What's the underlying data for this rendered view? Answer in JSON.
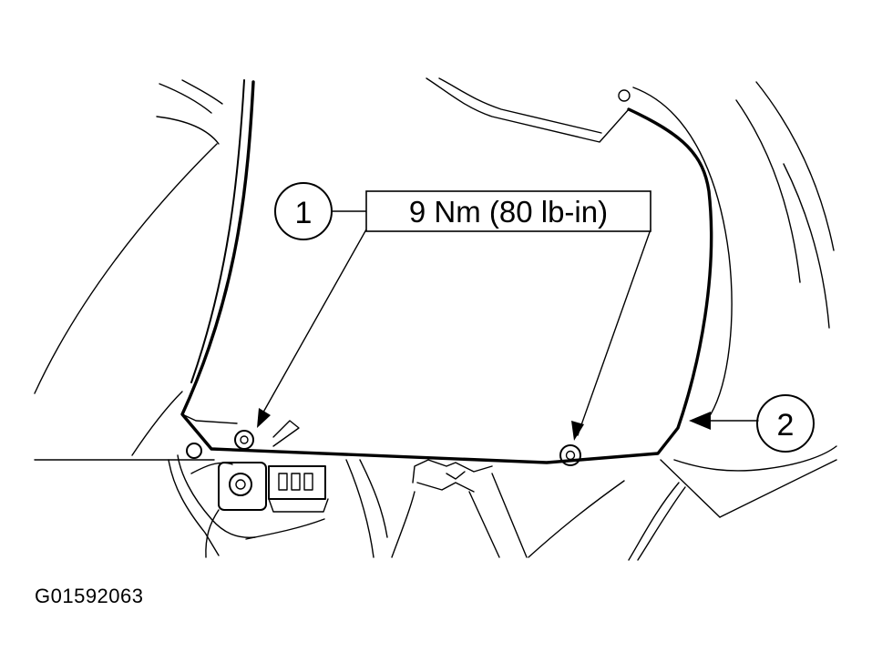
{
  "callouts": [
    {
      "id": "1",
      "label": "1"
    },
    {
      "id": "2",
      "label": "2"
    }
  ],
  "torque_spec": "9 Nm (80 lb-in)",
  "figure_id": "G01592063",
  "colors": {
    "ink": "#000000",
    "paper": "#ffffff"
  }
}
